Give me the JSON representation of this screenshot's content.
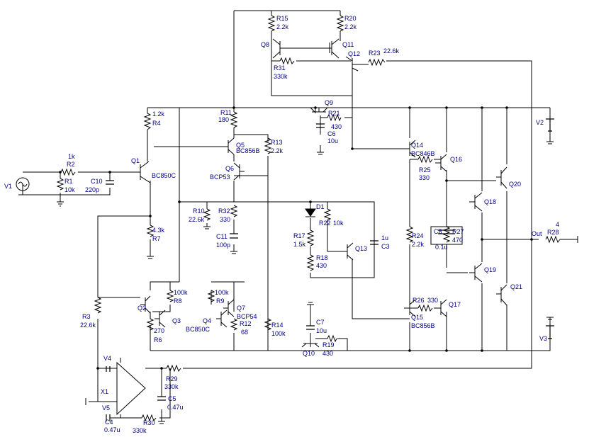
{
  "labels": {
    "R15": "R15",
    "R15v": "2.2k",
    "R20": "R20",
    "R20v": "2.2k",
    "Q8": "Q8",
    "Q11": "Q11",
    "Q12": "Q12",
    "R23": "R23",
    "R23v": "22.6k",
    "R31": "R31",
    "R31v": "330k",
    "Q9": "Q9",
    "R21": "R21",
    "R21v": "430",
    "C6": "C6",
    "C6v": "10u",
    "R11": "R11",
    "R11v": "180",
    "R4v": "1.2k",
    "R4": "R4",
    "Q5": "Q5",
    "Q5m": "BC856B",
    "R13": "R13",
    "R13v": "2.2k",
    "V2": "V2",
    "Q14": "Q14",
    "Q14m": "BC846B",
    "Q16": "Q16",
    "R25": "R25",
    "R25v": "330",
    "Q20": "Q20",
    "R2v": "1k",
    "R2": "R2",
    "Q1": "Q1",
    "Q1m": "BC850C",
    "V1": "V1",
    "R1": "R1",
    "R1v": "10k",
    "C10": "C10",
    "C10v": "220p",
    "Q6": "Q6",
    "Q6m": "BCP53",
    "D1": "D1",
    "R10": "R10",
    "R10v": "22.6k",
    "R32": "R32",
    "R32v": "330",
    "R22": "R22",
    "R22v": "10k",
    "Q18": "Q18",
    "C3v": "1u",
    "C3": "C3",
    "R4b": "4",
    "Out": "Out",
    "R28": "R28",
    "R17": "R17",
    "R17v": "1.5k",
    "Q13": "Q13",
    "C11": "C11",
    "C11v": "100p",
    "R7v": "4.3k",
    "R7": "R7",
    "R18": "R18",
    "R18v": "430",
    "R24": "R24",
    "R24v": "2.2k",
    "C8": "C8",
    "C8v": "0.1u",
    "R27": "R27",
    "R27v": "470",
    "Q19": "Q19",
    "Q21": "Q21",
    "R8v": "100k",
    "R8": "R8",
    "R9v": "100k",
    "R9": "R9",
    "Q2": "Q2",
    "Q3": "Q3",
    "Q7": "Q7",
    "Q7m": "BCP54",
    "R3": "R3",
    "R3v": "22.6k",
    "Q4": "Q4",
    "Q4m": "BC850C",
    "R12": "R12",
    "R12v": "68",
    "R6v": "270",
    "R6": "R6",
    "R14": "R14",
    "R14v": "100k",
    "R26": "R26",
    "R26v": "330",
    "Q17": "Q17",
    "Q15": "Q15",
    "Q15m": "BC856B",
    "C7": "C7",
    "C7v": "10u",
    "Q10": "Q10",
    "R19": "R19",
    "R19v": "430",
    "V3": "V3",
    "V4": "V4",
    "R29": "R29",
    "R29v": "330k",
    "X1": "X1",
    "V5": "V5",
    "C5": "C5",
    "C5v": "0.47u",
    "C4": "C4",
    "C4v": "0.47u",
    "R30": "R30",
    "R30v": "330k"
  }
}
